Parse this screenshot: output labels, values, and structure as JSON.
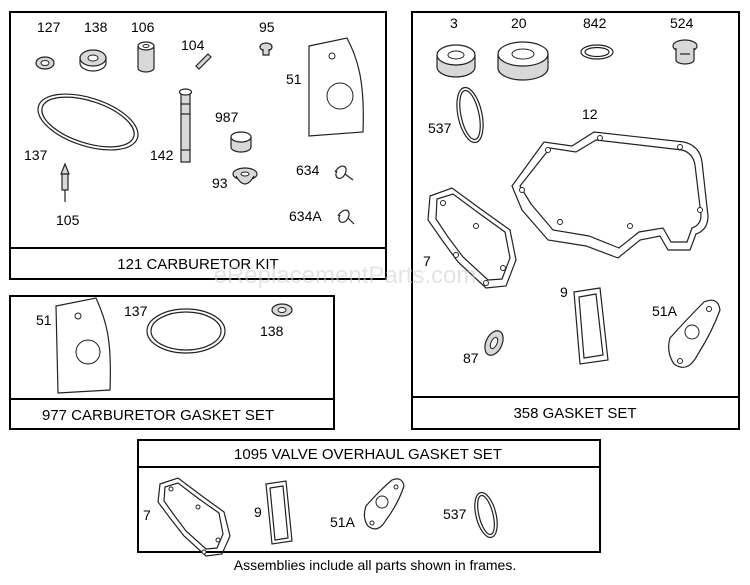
{
  "frames": {
    "carburetor_kit": {
      "title": "121 CARBURETOR KIT",
      "callouts": {
        "p127": "127",
        "p138": "138",
        "p106": "106",
        "p104": "104",
        "p95": "95",
        "p51": "51",
        "p137": "137",
        "p142": "142",
        "p987": "987",
        "p93": "93",
        "p634": "634",
        "p634a": "634A",
        "p105": "105"
      }
    },
    "carburetor_gasket_set": {
      "title": "977 CARBURETOR GASKET SET",
      "callouts": {
        "p51": "51",
        "p137": "137",
        "p138": "138"
      }
    },
    "gasket_set": {
      "title": "358 GASKET SET",
      "callouts": {
        "p3": "3",
        "p20": "20",
        "p842": "842",
        "p524": "524",
        "p537": "537",
        "p12": "12",
        "p7": "7",
        "p9": "9",
        "p51a": "51A",
        "p87": "87"
      }
    },
    "valve_overhaul": {
      "title": "1095 VALVE OVERHAUL GASKET SET",
      "callouts": {
        "p7": "7",
        "p9": "9",
        "p51a": "51A",
        "p537": "537"
      }
    }
  },
  "watermark": "eReplacementParts.com",
  "footnote": "Assemblies include all parts shown in frames."
}
